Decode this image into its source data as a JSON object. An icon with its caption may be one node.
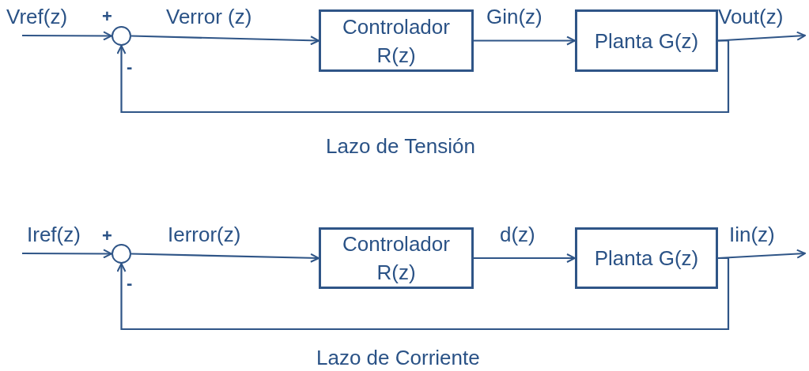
{
  "diagram": {
    "nodes": [
      {
        "text": [],
        "shape": "circle"
      },
      {
        "text": [
          "Controlador R(z)"
        ]
      },
      {
        "text": [
          "Planta G(z)"
        ]
      },
      {
        "text": [],
        "shape": "circle"
      },
      {
        "text": [
          "Controlador R(z)"
        ]
      },
      {
        "text": [
          "Planta G(z)"
        ]
      }
    ],
    "edges": [
      {
        "from": null,
        "to": 0,
        "arrow": "to",
        "label": "Vref(z)"
      },
      {
        "from": 0,
        "to": 1,
        "arrow": "to",
        "label": "Verror (z)"
      },
      {
        "from": 1,
        "to": 2,
        "arrow": "to",
        "label": "Gin(z)"
      },
      {
        "from": 2,
        "to": null,
        "arrow": "to",
        "label": "Vout(z)"
      },
      {
        "from": 2,
        "to": 0,
        "arrow": "to"
      },
      {
        "from": null,
        "to": 3,
        "arrow": "to",
        "label": "Iref(z)"
      },
      {
        "from": 3,
        "to": 4,
        "arrow": "to",
        "label": "Ierror(z)"
      },
      {
        "from": 4,
        "to": 5,
        "arrow": "to",
        "label": "d(z)"
      },
      {
        "from": 5,
        "to": null,
        "arrow": "to",
        "label": "Iin(z)"
      },
      {
        "from": 5,
        "to": 3,
        "arrow": "to"
      }
    ],
    "labels": [
      "+",
      "-",
      "Lazo de Tensión",
      "+",
      "-",
      "Lazo de Corriente"
    ]
  }
}
